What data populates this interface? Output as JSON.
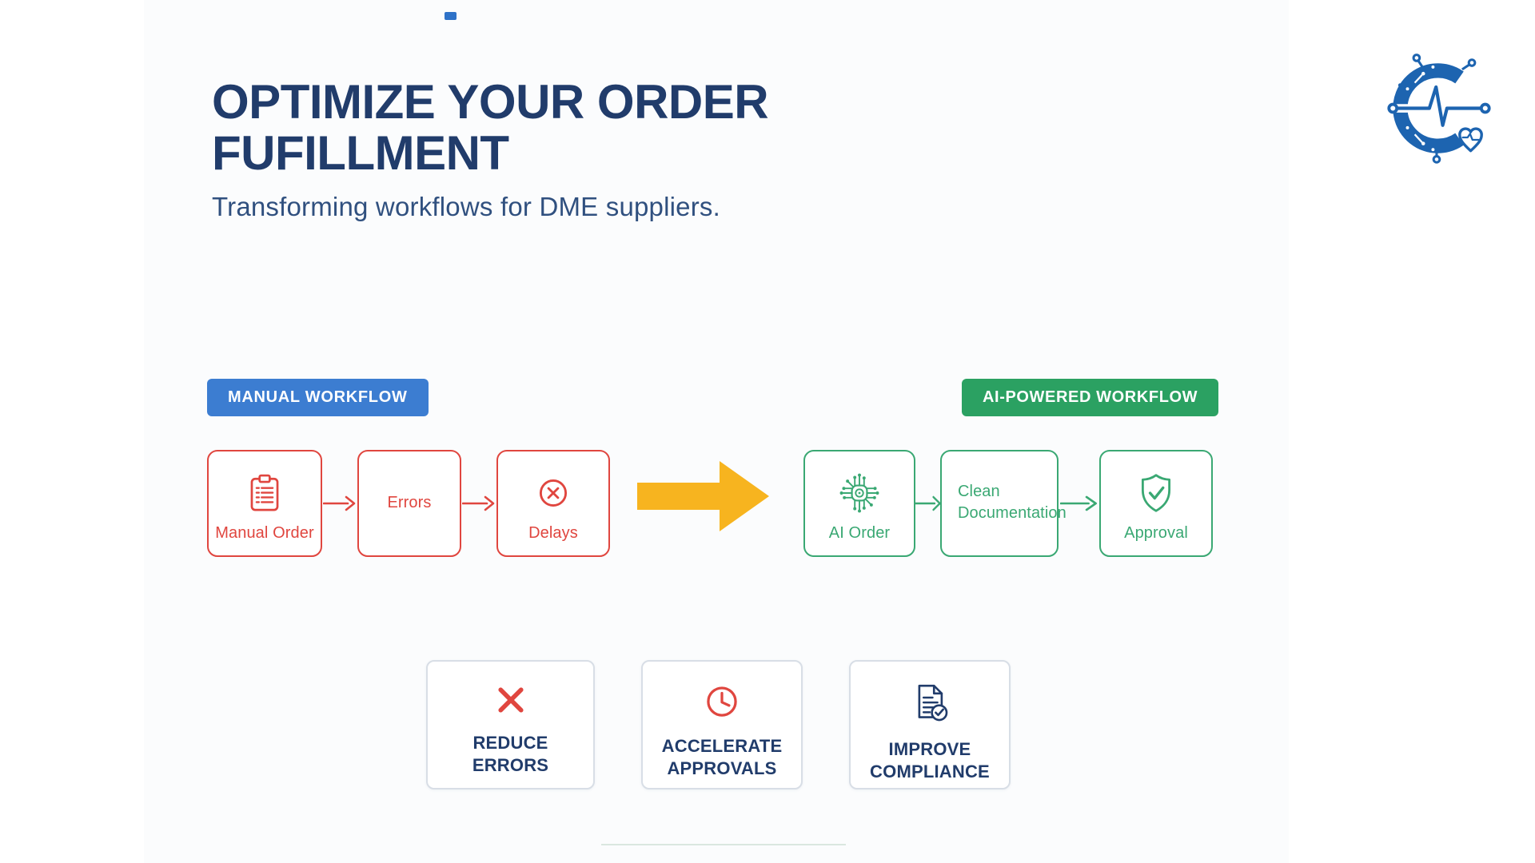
{
  "header": {
    "title_line1": "OPTIMIZE YOUR ORDER",
    "title_line2": "FUFILLMENT",
    "subtitle": "Transforming workflows for DME suppliers."
  },
  "manual_workflow": {
    "badge": "MANUAL WORKFLOW",
    "steps": [
      {
        "label": "Manual Order",
        "icon": "clipboard-icon"
      },
      {
        "label": "Errors",
        "icon": "none"
      },
      {
        "label": "Delays",
        "icon": "circle-x-icon"
      }
    ]
  },
  "ai_workflow": {
    "badge": "AI-POWERED WORKFLOW",
    "steps": [
      {
        "label": "AI Order",
        "icon": "ai-chip-icon"
      },
      {
        "label_lines": [
          "Clean",
          "Documentation"
        ],
        "icon": "none"
      },
      {
        "label": "Approval",
        "icon": "shield-check-icon"
      }
    ]
  },
  "benefits": [
    {
      "label_lines": [
        "REDUCE",
        "ERRORS"
      ],
      "icon": "x-icon"
    },
    {
      "label_lines": [
        "ACCELERATE",
        "APPROVALS"
      ],
      "icon": "clock-icon"
    },
    {
      "label_lines": [
        "IMPROVE",
        "COMPLIANCE"
      ],
      "icon": "document-check-icon"
    }
  ],
  "logo": {
    "icon": "circuit-c-heartbeat-logo"
  },
  "colors": {
    "navy": "#213c6b",
    "subtitle_navy": "#30507f",
    "badge_blue": "#3c7dd1",
    "badge_green": "#2ba162",
    "flow_red": "#e0463f",
    "flow_green": "#3aa873",
    "arrow_yellow": "#f7b41f",
    "card_border": "#d8dee6",
    "logo_blue": "#1d64b0",
    "dash_blue": "#2e72c8",
    "panel_bg": "#fbfcfd",
    "divider": "#cfe0d6"
  }
}
